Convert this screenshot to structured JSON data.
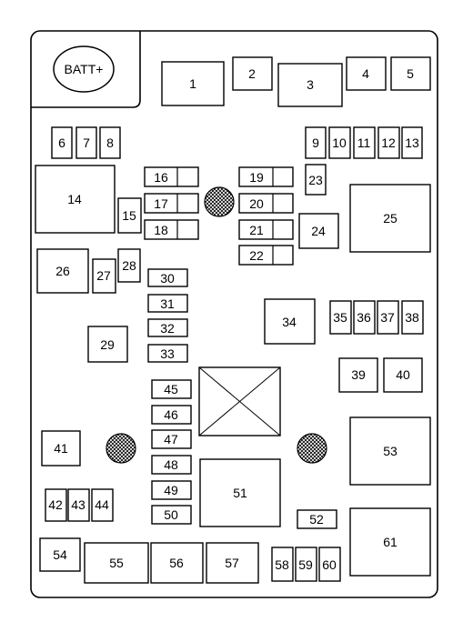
{
  "diagram": {
    "battery_label": "BATT+",
    "fuses": {
      "f1": "1",
      "f2": "2",
      "f3": "3",
      "f4": "4",
      "f5": "5",
      "f6": "6",
      "f7": "7",
      "f8": "8",
      "f9": "9",
      "f10": "10",
      "f11": "11",
      "f12": "12",
      "f13": "13",
      "f14": "14",
      "f15": "15",
      "f16": "16",
      "f17": "17",
      "f18": "18",
      "f19": "19",
      "f20": "20",
      "f21": "21",
      "f22": "22",
      "f23": "23",
      "f24": "24",
      "f25": "25",
      "f26": "26",
      "f27": "27",
      "f28": "28",
      "f29": "29",
      "f30": "30",
      "f31": "31",
      "f32": "32",
      "f33": "33",
      "f34": "34",
      "f35": "35",
      "f36": "36",
      "f37": "37",
      "f38": "38",
      "f39": "39",
      "f40": "40",
      "f41": "41",
      "f42": "42",
      "f43": "43",
      "f44": "44",
      "f45": "45",
      "f46": "46",
      "f47": "47",
      "f48": "48",
      "f49": "49",
      "f50": "50",
      "f51": "51",
      "f52": "52",
      "f53": "53",
      "f54": "54",
      "f55": "55",
      "f56": "56",
      "f57": "57",
      "f58": "58",
      "f59": "59",
      "f60": "60",
      "f61": "61"
    },
    "colors": {
      "line": "#000000",
      "background": "#ffffff"
    }
  }
}
